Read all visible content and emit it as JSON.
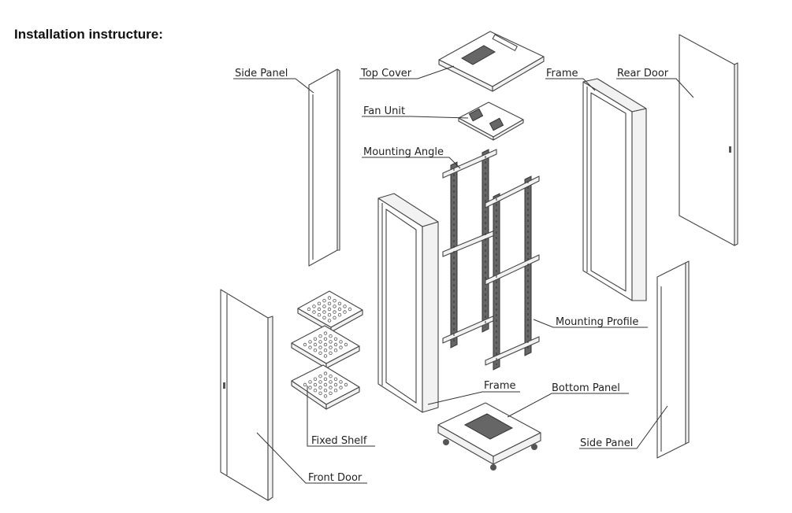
{
  "heading": "Installation instructure:",
  "labels": {
    "side_panel_left": "Side Panel",
    "top_cover": "Top Cover",
    "fan_unit": "Fan Unit",
    "mounting_angle": "Mounting Angle",
    "frame_rear": "Frame",
    "rear_door": "Rear Door",
    "mounting_profile": "Mounting Profile",
    "frame_front": "Frame",
    "bottom_panel": "Bottom Panel",
    "fixed_shelf": "Fixed Shelf",
    "front_door": "Front Door",
    "side_panel_right": "Side Panel"
  }
}
